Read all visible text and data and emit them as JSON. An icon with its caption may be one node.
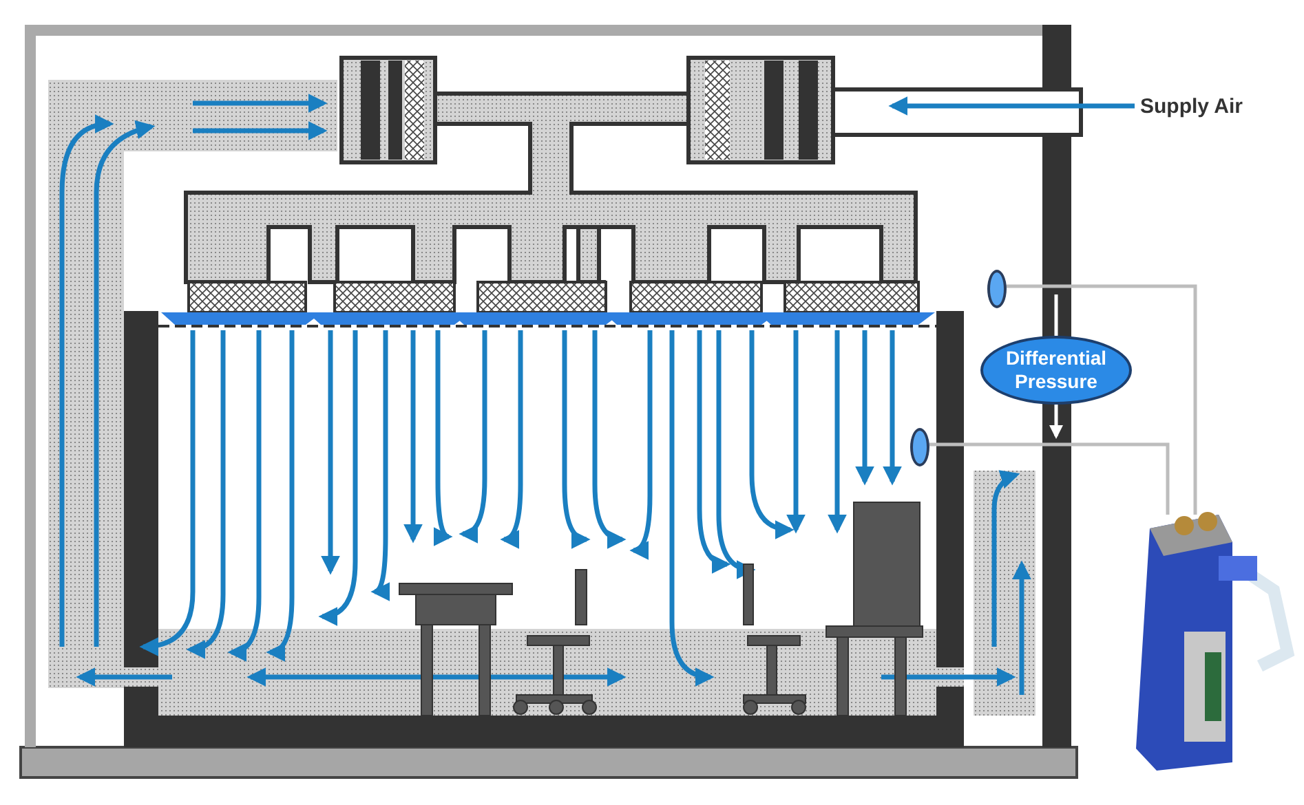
{
  "diagram": {
    "nodes": [
      {
        "text": [
          "Supply Air"
        ]
      },
      {
        "text": [
          "Differential Pressure"
        ]
      },
      {
        "text": [],
        "shape": "oval"
      },
      {
        "text": [],
        "shape": "oval"
      },
      {
        "text": [],
        "shape": "picture"
      }
    ],
    "edges": [
      {
        "from": 0,
        "to": null,
        "arrow": "to",
        "color": "#1a7fc1"
      },
      {
        "from": 2,
        "to": 4,
        "arrow": "none"
      },
      {
        "from": 3,
        "to": 4,
        "arrow": "none"
      }
    ]
  }
}
